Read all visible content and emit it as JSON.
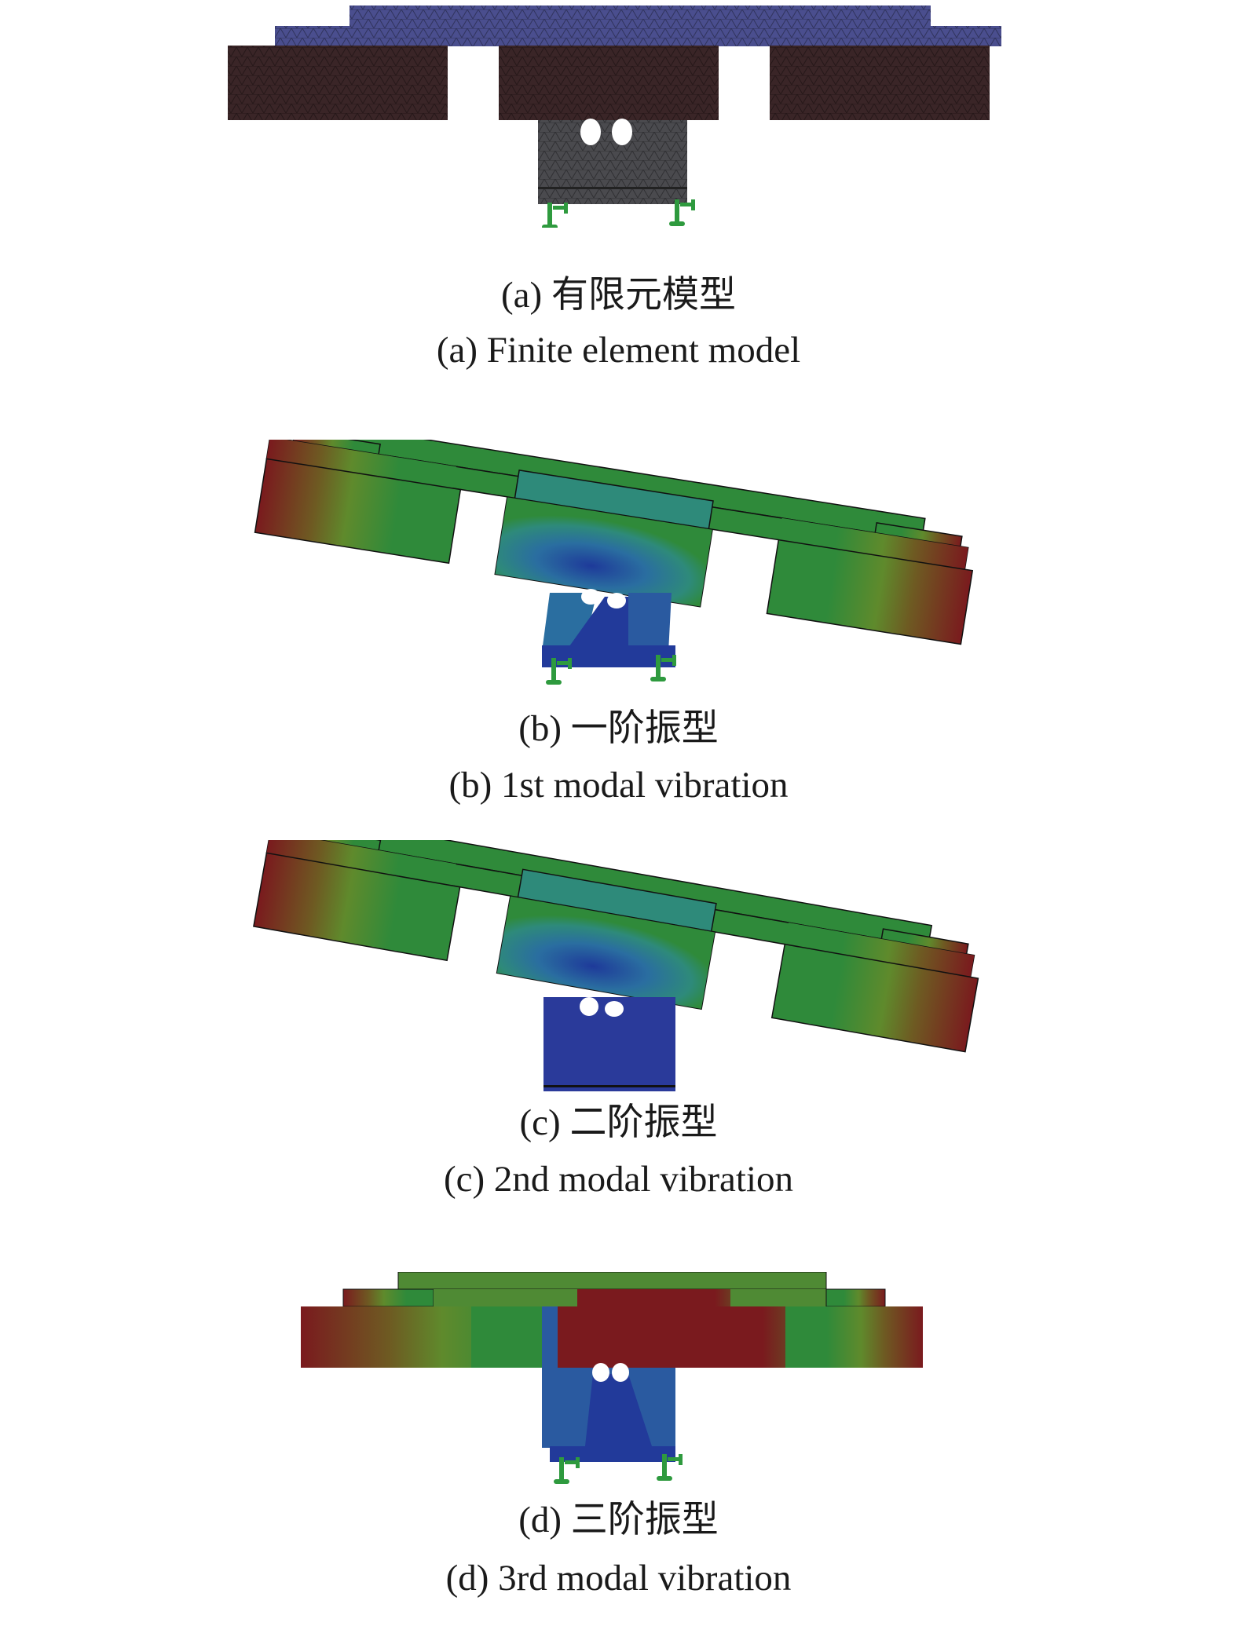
{
  "figure": {
    "panels": [
      {
        "id": "a",
        "caption_zh": "(a) 有限元模型",
        "caption_en": "(a) Finite element model",
        "render": "finite element mesh",
        "colors": {
          "top_plate": "#4a4e8e",
          "blocks": "#3a2527",
          "base": "#4a4a4e",
          "constraints": "#2e9a3e"
        }
      },
      {
        "id": "b",
        "caption_zh": "(b) 一阶振型",
        "caption_en": "(b) 1st modal vibration",
        "render": "tilted deformation contour",
        "colors": {
          "max": "#7a1a1e",
          "mid": "#2f8a3a",
          "min": "#223a9a"
        }
      },
      {
        "id": "c",
        "caption_zh": "(c) 二阶振型",
        "caption_en": "(c) 2nd modal vibration",
        "render": "tilted deformation contour",
        "colors": {
          "max": "#7a1a1e",
          "mid": "#2f8a3a",
          "min": "#223a9a"
        }
      },
      {
        "id": "d",
        "caption_zh": "(d) 三阶振型",
        "caption_en": "(d) 3rd modal vibration",
        "render": "flat deformation contour",
        "colors": {
          "max": "#7a1a1e",
          "mid": "#2f8a3a",
          "min": "#223a9a"
        }
      }
    ]
  }
}
